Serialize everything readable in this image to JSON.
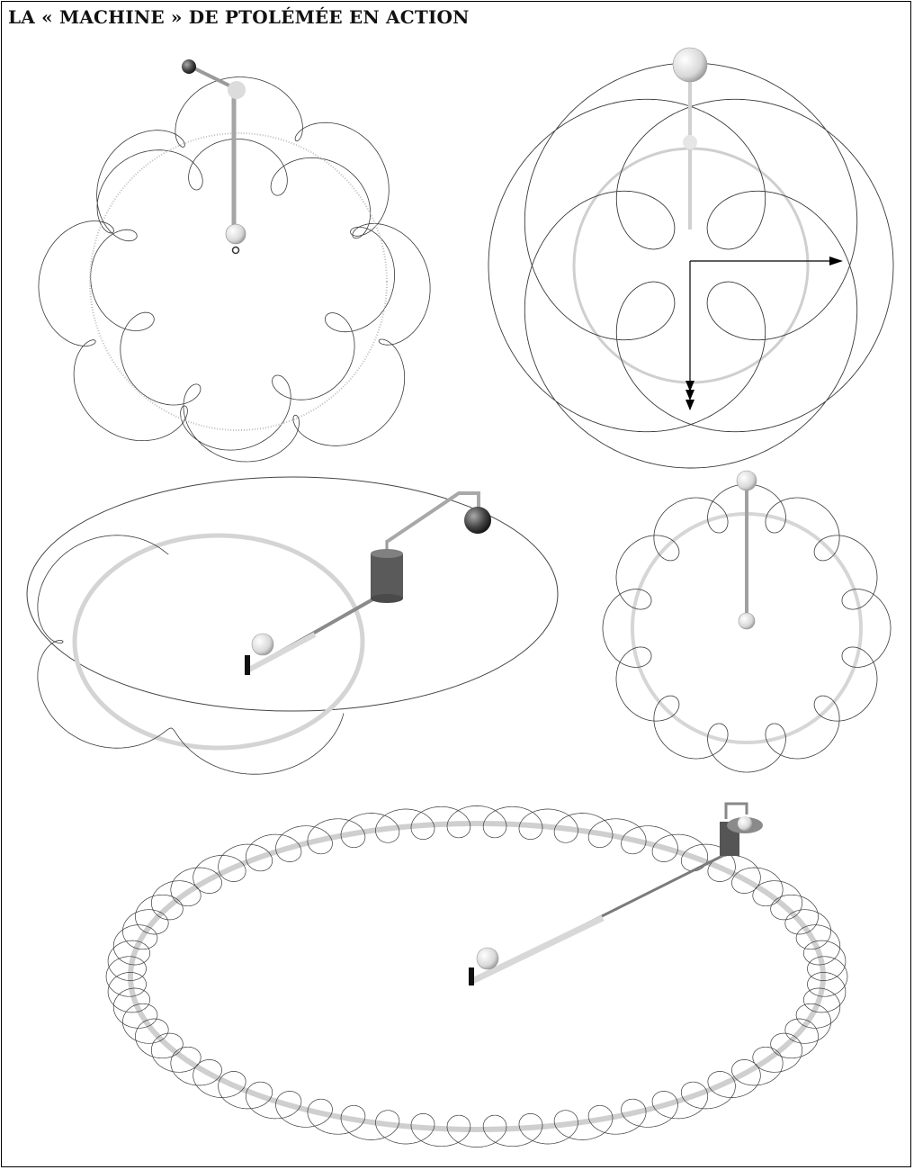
{
  "title": "LA « MACHINE » DE PTOLÉMÉE EN ACTION",
  "colors": {
    "trace": "#3a3a3a",
    "deferent": "#c8c8c8",
    "rod": "#9a9a9a",
    "ball_light": "#f4f4f4",
    "ball_dark": "#3c3c3c",
    "arrow": "#000000"
  },
  "figures": [
    {
      "id": "fig1",
      "description": "epicycle trace with spiral loops (top left)"
    },
    {
      "id": "fig2",
      "description": "rosette trace with axes (top right)"
    },
    {
      "id": "fig3",
      "description": "3D perspective machine with elliptic orbit (middle left)"
    },
    {
      "id": "fig4",
      "description": "circular deferent with loops (middle right)"
    },
    {
      "id": "fig5",
      "description": "large elliptic deferent with many small loops (bottom)"
    }
  ]
}
